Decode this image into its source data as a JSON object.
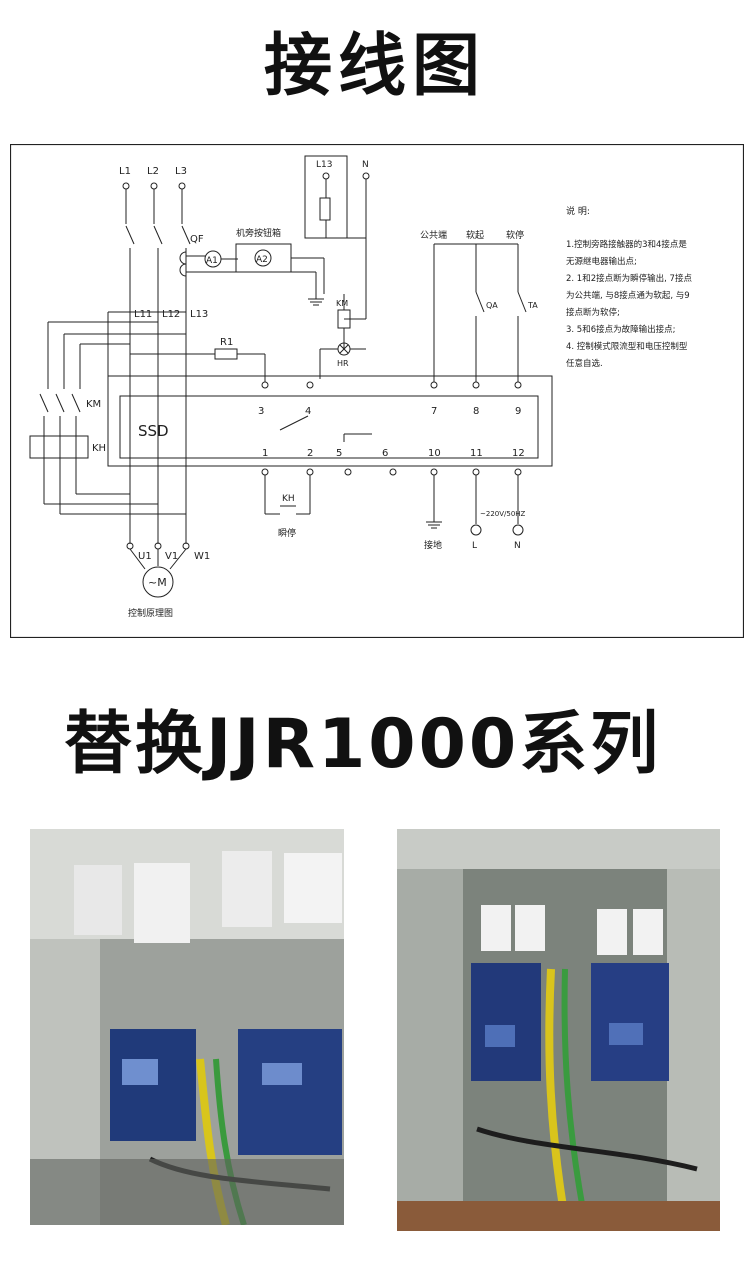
{
  "heading_top": "接线图",
  "heading_bottom": "替换JJR1000系列",
  "diagram": {
    "phase_labels": [
      "L1",
      "L2",
      "L3"
    ],
    "line_labels": [
      "L11",
      "L12",
      "L13"
    ],
    "breaker": "QF",
    "button_box": "机旁按钮箱",
    "ammeters": [
      "A1",
      "A2"
    ],
    "fuse_label": "L13",
    "neutral_label": "N",
    "contactor": "KM",
    "overload": "KH",
    "lamp": "HR",
    "resistor": "R1",
    "device": "SSD",
    "top_terminals": [
      "3",
      "4",
      "7",
      "8",
      "9"
    ],
    "bottom_terminals": [
      "1",
      "2",
      "5",
      "6",
      "10",
      "11",
      "12"
    ],
    "switch_headers": [
      "公共端",
      "软起",
      "软停"
    ],
    "switch_labels": [
      "QA",
      "TA"
    ],
    "stop_button": "瞬停",
    "power_note": "~220V/50HZ",
    "ground_label": "接地",
    "l_label": "L",
    "n_label": "N",
    "motor_terminals": [
      "U1",
      "V1",
      "W1"
    ],
    "motor_symbol": "~M",
    "caption": "控制原理图",
    "notes_title": "说 明:",
    "notes": [
      "1.控制旁路接触器的3和4接点是",
      "无源继电器输出点;",
      "2. 1和2接点断为瞬停输出, 7接点",
      "为公共端, 与8接点通为软起, 与9",
      "接点断为软停;",
      "3. 5和6接点为故障输出接点;",
      "4. 控制模式限流型和电压控制型",
      "任意自选."
    ]
  },
  "photos": [
    {
      "label_1": "",
      "panels": 2
    },
    {
      "label_1": "",
      "panels": 2
    }
  ],
  "colors": {
    "line": "#222222",
    "panel_blue": "#243b7a",
    "cabinet": "#c9ccc6"
  }
}
